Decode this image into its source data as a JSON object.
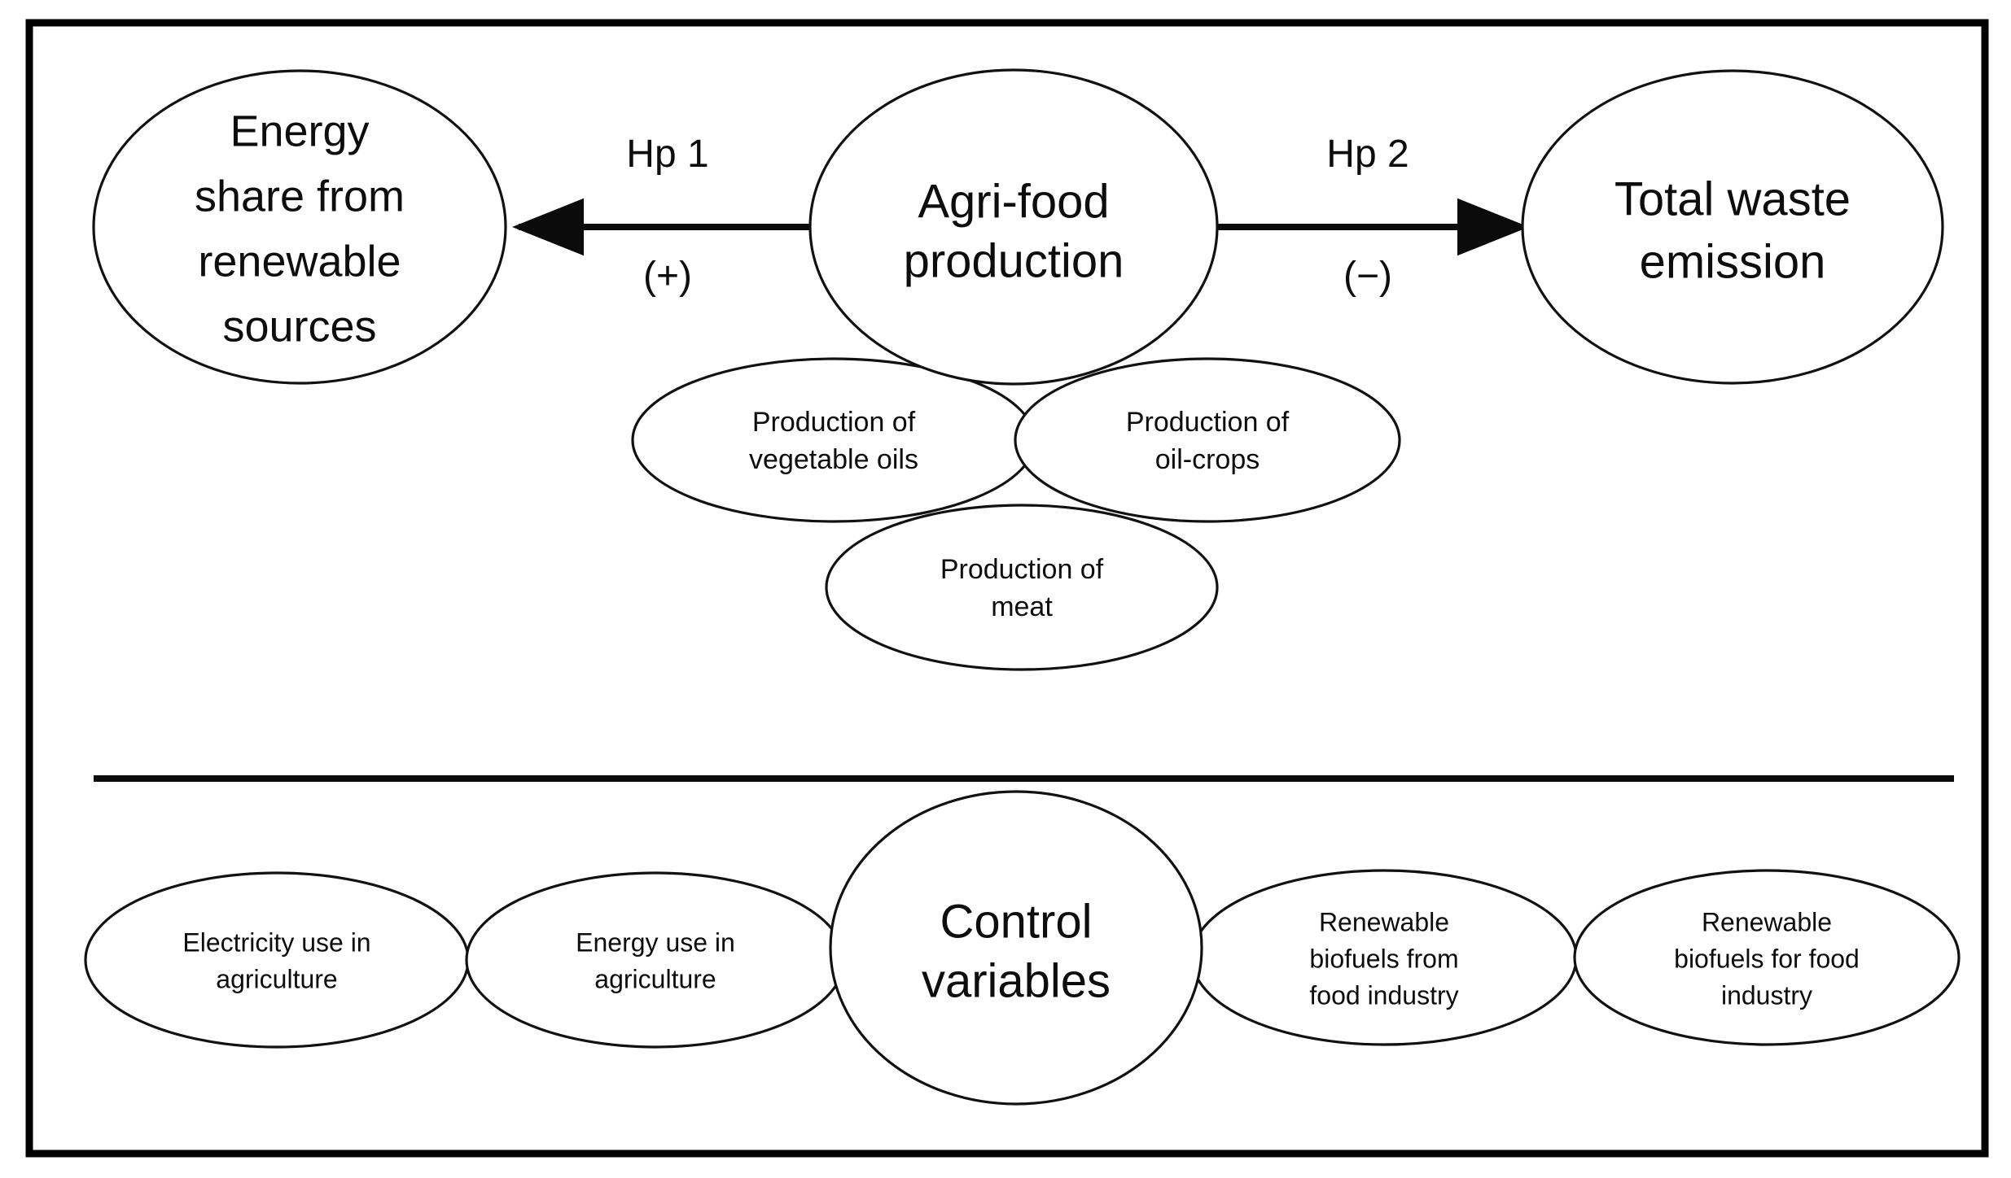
{
  "figure": {
    "type": "conceptual-model-diagram",
    "frame_color": "#000000",
    "node_stroke_color": "#111111",
    "text_color": "#0d0d0d",
    "background_color": "#ffffff"
  },
  "upper_section": {
    "left_node": {
      "label": "Energy share from renewable sources",
      "lines": [
        "Energy",
        "share from",
        "renewable",
        "sources"
      ]
    },
    "center_node": {
      "label": "Agri-food production",
      "lines": [
        "Agri-food",
        "production"
      ]
    },
    "right_node": {
      "label": "Total waste emission",
      "lines": [
        "Total waste",
        "emission"
      ]
    },
    "sub_nodes": [
      {
        "label": "Production of vegetable oils",
        "lines": [
          "Production of",
          "vegetable oils"
        ]
      },
      {
        "label": "Production of oil-crops",
        "lines": [
          "Production of",
          "oil-crops"
        ]
      },
      {
        "label": "Production of meat",
        "lines": [
          "Production of",
          "meat"
        ]
      }
    ],
    "edges": [
      {
        "name": "hypothesis-1",
        "label": "Hp 1",
        "sign": "(+)",
        "from": "Agri-food production",
        "to": "Energy share from renewable sources",
        "direction": "left"
      },
      {
        "name": "hypothesis-2",
        "label": "Hp 2",
        "sign": "(−)",
        "from": "Agri-food production",
        "to": "Total waste emission",
        "direction": "right"
      }
    ]
  },
  "lower_section": {
    "center_node": {
      "label": "Control variables",
      "lines": [
        "Control",
        "variables"
      ]
    },
    "nodes": [
      {
        "label": "Electricity use in agriculture",
        "lines": [
          "Electricity use in",
          "agriculture"
        ]
      },
      {
        "label": "Energy use in agriculture",
        "lines": [
          "Energy use in",
          "agriculture"
        ]
      },
      {
        "label": "Renewable biofuels from food industry",
        "lines": [
          "Renewable",
          "biofuels from",
          "food industry"
        ]
      },
      {
        "label": "Renewable biofuels for food industry",
        "lines": [
          "Renewable",
          "biofuels for food",
          "industry"
        ]
      }
    ]
  }
}
